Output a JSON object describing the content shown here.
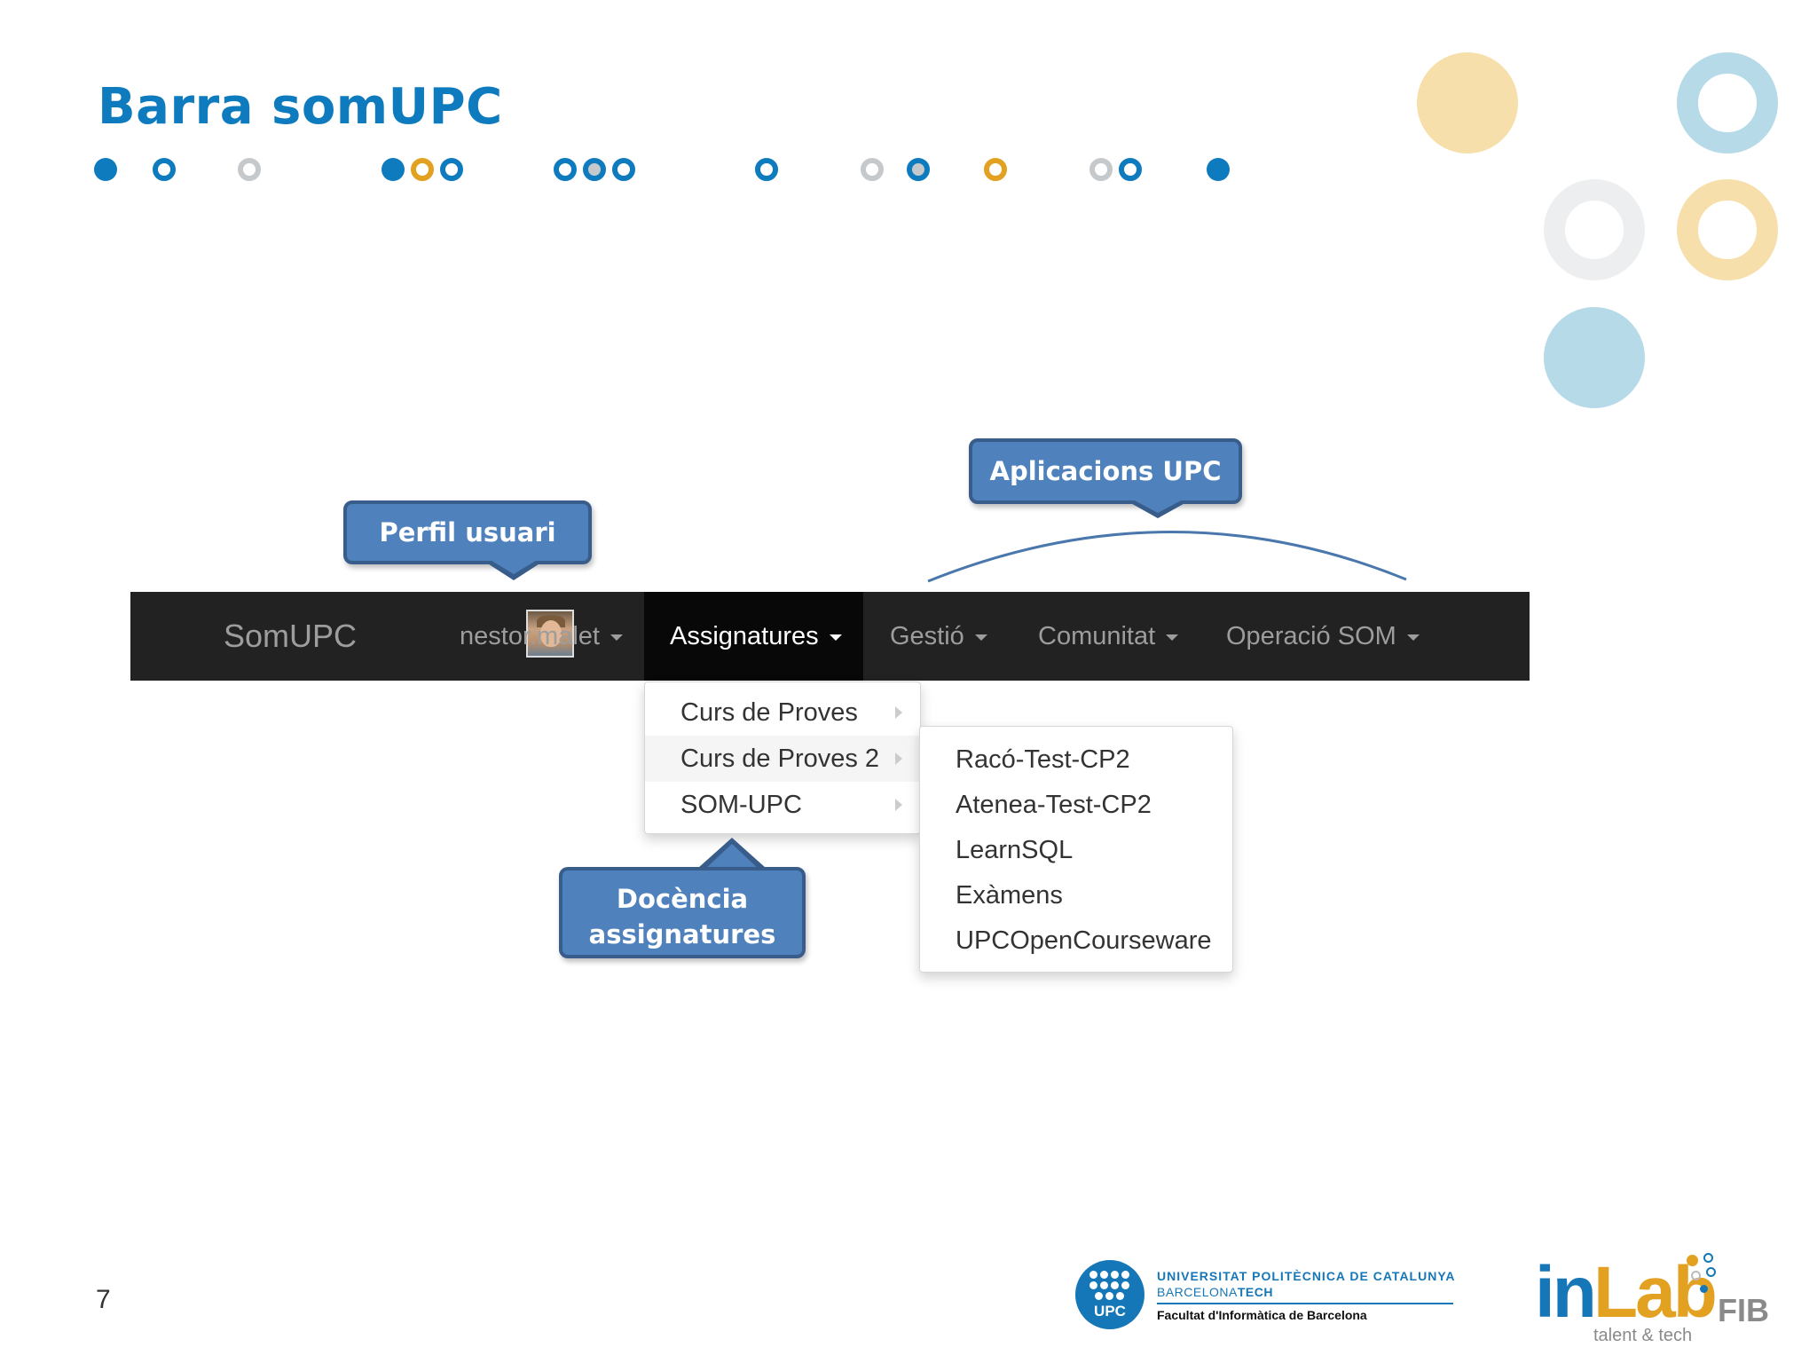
{
  "slide": {
    "title": "Barra somUPC",
    "page_number": "7"
  },
  "colors": {
    "accent_blue": "#0f7bbf",
    "accent_orange": "#e3a122",
    "navbar_bg": "#222222",
    "callout_fill": "#4f81bd"
  },
  "navbar": {
    "brand": "SomUPC",
    "user": "nestor.malet",
    "items": [
      "Assignatures",
      "Gestió",
      "Comunitat",
      "Operació SOM"
    ]
  },
  "callouts": {
    "profile": "Perfil usuari",
    "apps": "Aplicacions UPC",
    "teaching_line1": "Docència",
    "teaching_line2": "assignatures"
  },
  "dropdown": {
    "items": [
      "Curs de Proves",
      "Curs de Proves 2",
      "SOM-UPC"
    ]
  },
  "submenu": {
    "items": [
      "Racó-Test-CP2",
      "Atenea-Test-CP2",
      "LearnSQL",
      "Exàmens",
      "UPCOpenCourseware"
    ]
  },
  "footer": {
    "upc_logo_text": "UPC",
    "upc_name": "UNIVERSITAT POLITÈCNICA DE CATALUNYA",
    "upc_sub_a": "BARCELONA",
    "upc_sub_b": "TECH",
    "faculty": "Facultat d'Informàtica de Barcelona",
    "inlab_in": "in",
    "inlab_lab": "Lab",
    "inlab_fib": "FIB",
    "inlab_tagline": "talent & tech"
  }
}
